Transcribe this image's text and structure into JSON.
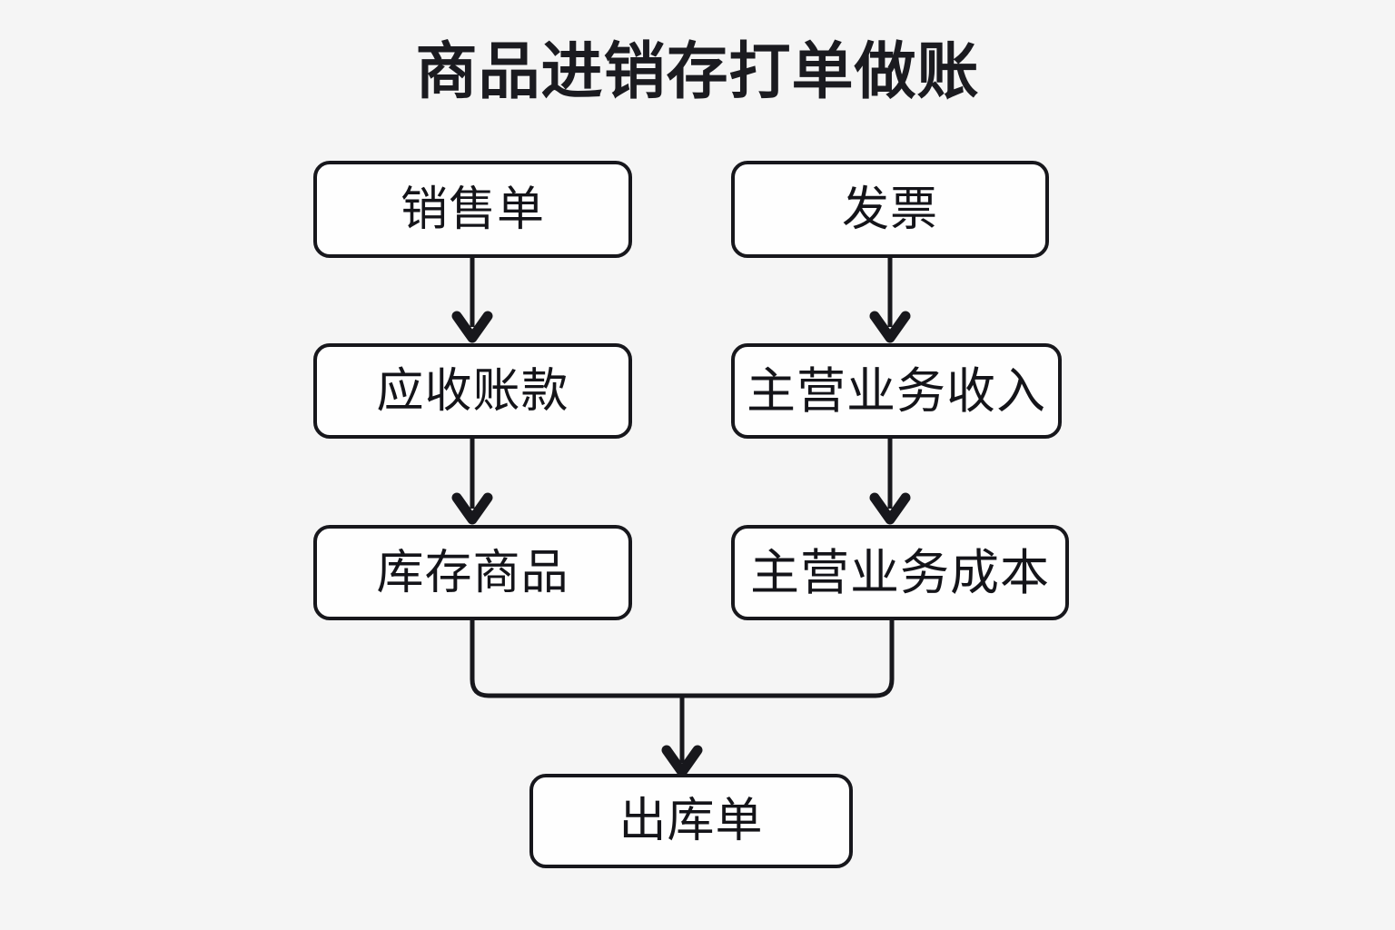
{
  "diagram": {
    "title": "商品进销存打单做账",
    "background_color": "#f5f5f5",
    "node_fill_color": "#fefefe",
    "stroke_color": "#17171c",
    "nodes": [
      {
        "id": "sales-order",
        "label": "销售单",
        "column": "left",
        "row": 1
      },
      {
        "id": "invoice",
        "label": "发票",
        "column": "right",
        "row": 1
      },
      {
        "id": "receivable",
        "label": "应收账款",
        "column": "left",
        "row": 2
      },
      {
        "id": "revenue",
        "label": "主营业务收入",
        "column": "right",
        "row": 2
      },
      {
        "id": "inventory",
        "label": "库存商品",
        "column": "left",
        "row": 3
      },
      {
        "id": "cost",
        "label": "主营业务成本",
        "column": "right",
        "row": 3
      },
      {
        "id": "outbound",
        "label": "出库单",
        "column": "center",
        "row": 4
      }
    ],
    "edges": [
      {
        "from": "sales-order",
        "to": "receivable",
        "style": "straight-arrow"
      },
      {
        "from": "invoice",
        "to": "revenue",
        "style": "straight-arrow"
      },
      {
        "from": "receivable",
        "to": "inventory",
        "style": "straight-arrow"
      },
      {
        "from": "revenue",
        "to": "cost",
        "style": "straight-arrow"
      },
      {
        "from": "inventory",
        "to": "outbound",
        "style": "merge-elbow-arrow"
      },
      {
        "from": "cost",
        "to": "outbound",
        "style": "merge-elbow-arrow"
      }
    ]
  }
}
